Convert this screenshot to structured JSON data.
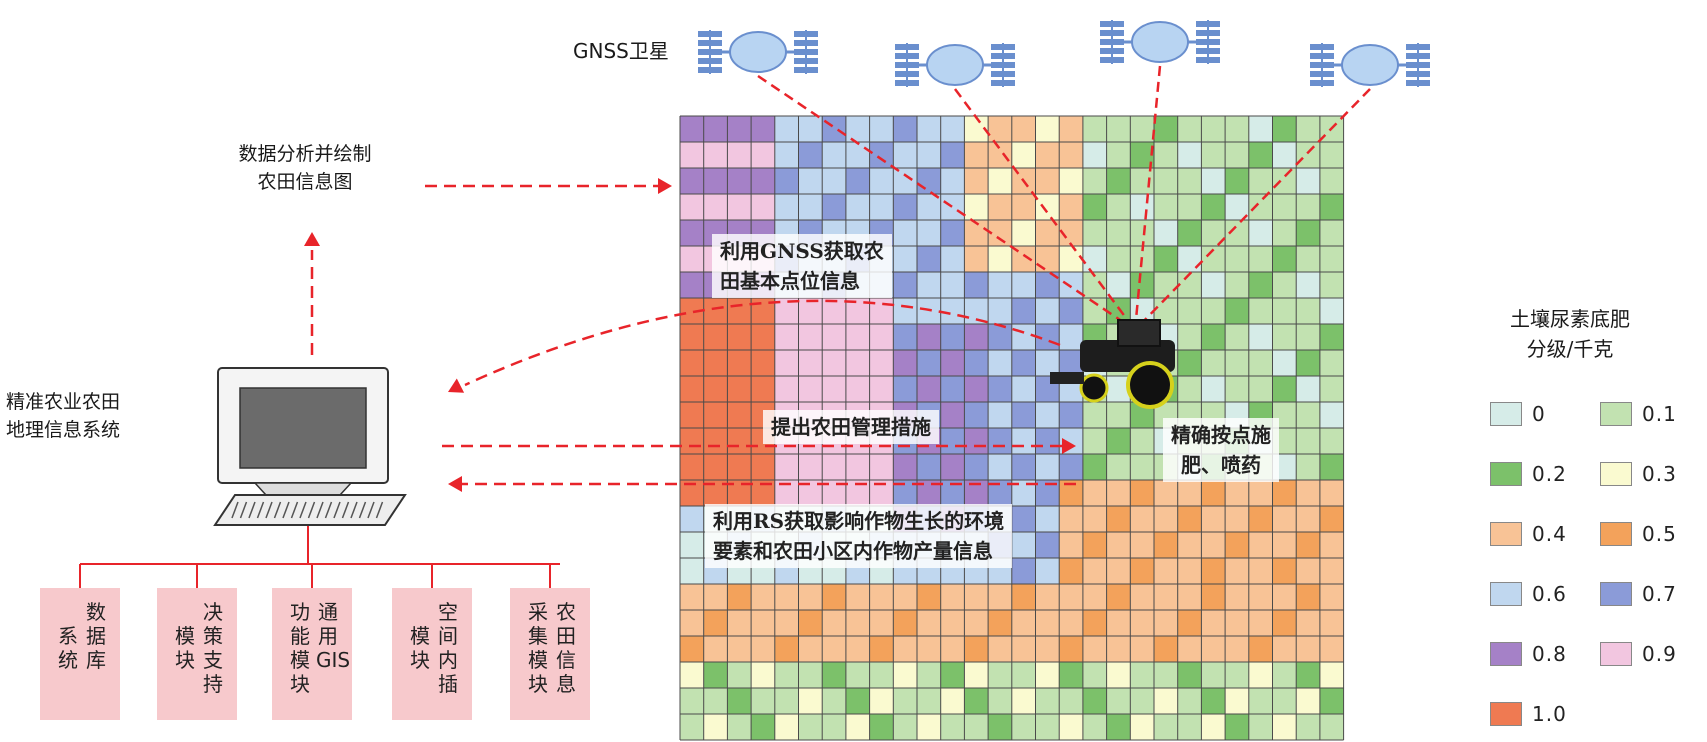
{
  "satellite_label": "GNSS卫星",
  "analysis_label": [
    "数据分析并绘制",
    "农田信息图"
  ],
  "system_label": [
    "精准农业农田",
    "地理信息系统"
  ],
  "overlays": {
    "gnss": [
      "利用GNSS获取农",
      "田基本点位信息"
    ],
    "measures": "提出农田管理措施",
    "fertilize": [
      "精确按点施",
      "肥、喷药"
    ],
    "rs": [
      "利用RS获取影响作物生长的环境",
      "要素和农田小区内作物产量信息"
    ]
  },
  "modules": [
    {
      "lines": [
        "数据库",
        "系统"
      ]
    },
    {
      "lines": [
        "决策支持",
        "模块"
      ]
    },
    {
      "lines": [
        "通用GIS",
        "功能模块"
      ]
    },
    {
      "lines": [
        "空间内插",
        "模块"
      ]
    },
    {
      "lines": [
        "农田信息",
        "采集模块"
      ]
    }
  ],
  "legend": {
    "title": [
      "土壤尿素底肥",
      "分级/千克"
    ],
    "items": [
      {
        "label": "0",
        "color": "#d6ece8"
      },
      {
        "label": "0.1",
        "color": "#c2e2b1"
      },
      {
        "label": "0.2",
        "color": "#7cc16a"
      },
      {
        "label": "0.3",
        "color": "#fafad0"
      },
      {
        "label": "0.4",
        "color": "#f8c396"
      },
      {
        "label": "0.5",
        "color": "#f3a25b"
      },
      {
        "label": "0.6",
        "color": "#c0d7ef"
      },
      {
        "label": "0.7",
        "color": "#8b9bd8"
      },
      {
        "label": "0.8",
        "color": "#a581c7"
      },
      {
        "label": "0.9",
        "color": "#f2c6e0"
      },
      {
        "label": "1.0",
        "color": "#ef7a52"
      }
    ]
  },
  "colors": {
    "arrow": "#e8242a",
    "grid_line": "#4a4a4a",
    "module_bg": "#f7c9cc",
    "tree": "#e8242a",
    "satellite_body": "#b8d4f2",
    "satellite_panel": "#6a8fce"
  }
}
